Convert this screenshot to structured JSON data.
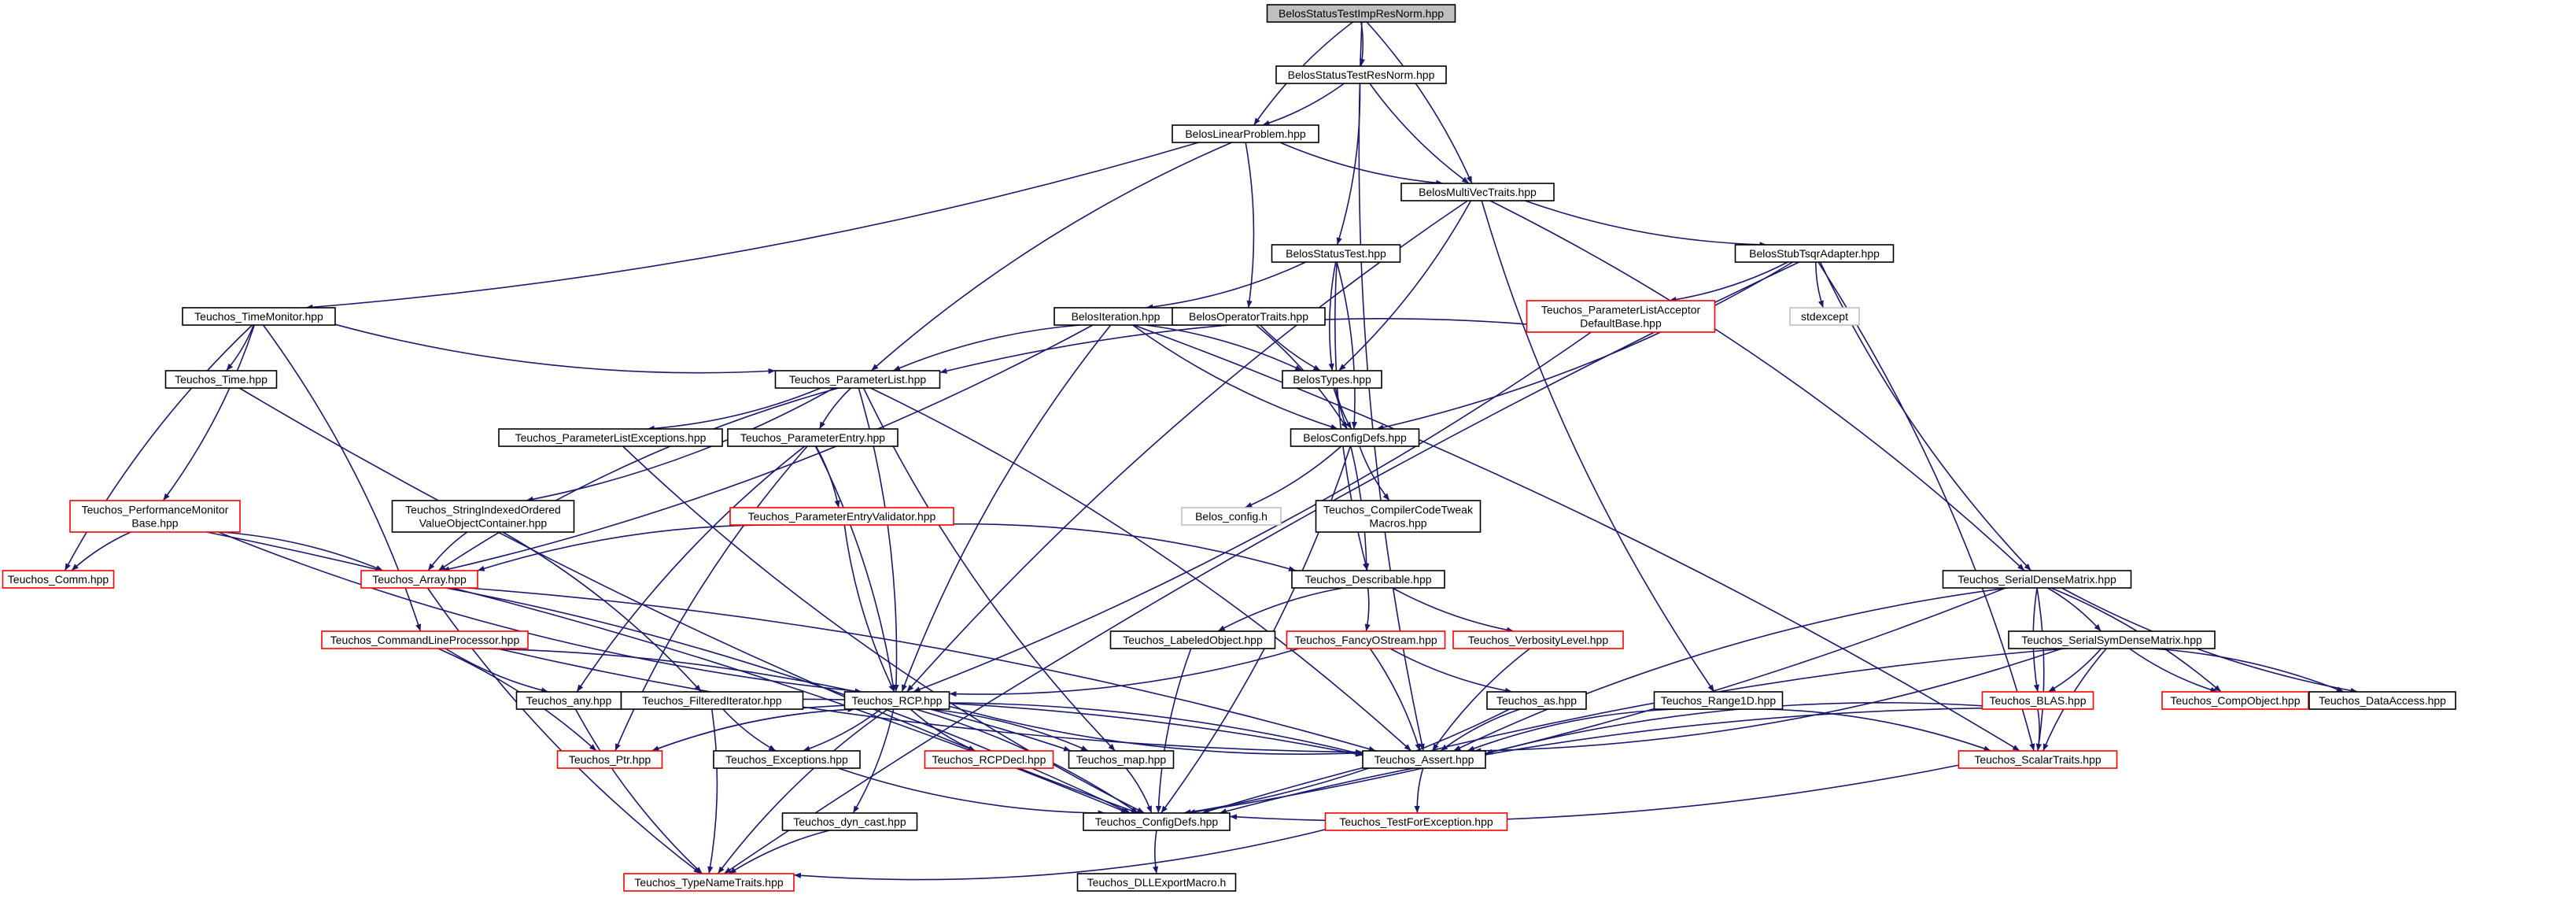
{
  "colors": {
    "edge": "#191970",
    "border_default": "#000000",
    "border_truncated": "#ff0000",
    "border_external": "#bfbfbf",
    "fill_default": "#ffffff",
    "fill_root": "#bfbfbf"
  },
  "nodes": [
    {
      "id": "root",
      "lines": [
        "BelosStatusTestImpResNorm.hpp"
      ],
      "kind": "root"
    },
    {
      "id": "sresnorm",
      "lines": [
        "BelosStatusTestResNorm.hpp"
      ],
      "kind": "default"
    },
    {
      "id": "linprob",
      "lines": [
        "BelosLinearProblem.hpp"
      ],
      "kind": "default"
    },
    {
      "id": "mvt",
      "lines": [
        "BelosMultiVecTraits.hpp"
      ],
      "kind": "default"
    },
    {
      "id": "stattest",
      "lines": [
        "BelosStatusTest.hpp"
      ],
      "kind": "default"
    },
    {
      "id": "stubtsqr",
      "lines": [
        "BelosStubTsqrAdapter.hpp"
      ],
      "kind": "default"
    },
    {
      "id": "timemon",
      "lines": [
        "Teuchos_TimeMonitor.hpp"
      ],
      "kind": "default"
    },
    {
      "id": "iteration",
      "lines": [
        "BelosIteration.hpp"
      ],
      "kind": "default"
    },
    {
      "id": "optraits",
      "lines": [
        "BelosOperatorTraits.hpp"
      ],
      "kind": "default"
    },
    {
      "id": "placcept",
      "lines": [
        "Teuchos_ParameterListAcceptor",
        "DefaultBase.hpp"
      ],
      "kind": "truncated"
    },
    {
      "id": "stdexcept",
      "lines": [
        "stdexcept"
      ],
      "kind": "external"
    },
    {
      "id": "time",
      "lines": [
        "Teuchos_Time.hpp"
      ],
      "kind": "default"
    },
    {
      "id": "plist",
      "lines": [
        "Teuchos_ParameterList.hpp"
      ],
      "kind": "default"
    },
    {
      "id": "belostypes",
      "lines": [
        "BelosTypes.hpp"
      ],
      "kind": "default"
    },
    {
      "id": "plexc",
      "lines": [
        "Teuchos_ParameterListExceptions.hpp"
      ],
      "kind": "default"
    },
    {
      "id": "pentry",
      "lines": [
        "Teuchos_ParameterEntry.hpp"
      ],
      "kind": "default"
    },
    {
      "id": "belosconfig",
      "lines": [
        "BelosConfigDefs.hpp"
      ],
      "kind": "default"
    },
    {
      "id": "perfmon",
      "lines": [
        "Teuchos_PerformanceMonitor",
        "Base.hpp"
      ],
      "kind": "truncated"
    },
    {
      "id": "strindexed",
      "lines": [
        "Teuchos_StringIndexedOrdered",
        "ValueObjectContainer.hpp"
      ],
      "kind": "default"
    },
    {
      "id": "pevalid",
      "lines": [
        "Teuchos_ParameterEntryValidator.hpp"
      ],
      "kind": "truncated"
    },
    {
      "id": "belosconfigh",
      "lines": [
        "Belos_config.h"
      ],
      "kind": "external"
    },
    {
      "id": "compilertweak",
      "lines": [
        "Teuchos_CompilerCodeTweak",
        "Macros.hpp"
      ],
      "kind": "default"
    },
    {
      "id": "comm",
      "lines": [
        "Teuchos_Comm.hpp"
      ],
      "kind": "truncated"
    },
    {
      "id": "array",
      "lines": [
        "Teuchos_Array.hpp"
      ],
      "kind": "truncated"
    },
    {
      "id": "describable",
      "lines": [
        "Teuchos_Describable.hpp"
      ],
      "kind": "default"
    },
    {
      "id": "serialdense",
      "lines": [
        "Teuchos_SerialDenseMatrix.hpp"
      ],
      "kind": "default"
    },
    {
      "id": "cmdline",
      "lines": [
        "Teuchos_CommandLineProcessor.hpp"
      ],
      "kind": "truncated"
    },
    {
      "id": "labeled",
      "lines": [
        "Teuchos_LabeledObject.hpp"
      ],
      "kind": "default"
    },
    {
      "id": "fancy",
      "lines": [
        "Teuchos_FancyOStream.hpp"
      ],
      "kind": "truncated"
    },
    {
      "id": "verbosity",
      "lines": [
        "Teuchos_VerbosityLevel.hpp"
      ],
      "kind": "truncated"
    },
    {
      "id": "serialsym",
      "lines": [
        "Teuchos_SerialSymDenseMatrix.hpp"
      ],
      "kind": "default"
    },
    {
      "id": "any",
      "lines": [
        "Teuchos_any.hpp"
      ],
      "kind": "default"
    },
    {
      "id": "filtered",
      "lines": [
        "Teuchos_FilteredIterator.hpp"
      ],
      "kind": "default"
    },
    {
      "id": "rcp",
      "lines": [
        "Teuchos_RCP.hpp"
      ],
      "kind": "default"
    },
    {
      "id": "as",
      "lines": [
        "Teuchos_as.hpp"
      ],
      "kind": "default"
    },
    {
      "id": "range1d",
      "lines": [
        "Teuchos_Range1D.hpp"
      ],
      "kind": "default"
    },
    {
      "id": "blas",
      "lines": [
        "Teuchos_BLAS.hpp"
      ],
      "kind": "truncated"
    },
    {
      "id": "compobject",
      "lines": [
        "Teuchos_CompObject.hpp"
      ],
      "kind": "truncated"
    },
    {
      "id": "dataaccess",
      "lines": [
        "Teuchos_DataAccess.hpp"
      ],
      "kind": "default"
    },
    {
      "id": "ptr",
      "lines": [
        "Teuchos_Ptr.hpp"
      ],
      "kind": "truncated"
    },
    {
      "id": "exceptions",
      "lines": [
        "Teuchos_Exceptions.hpp"
      ],
      "kind": "default"
    },
    {
      "id": "rcpdecl",
      "lines": [
        "Teuchos_RCPDecl.hpp"
      ],
      "kind": "truncated"
    },
    {
      "id": "map",
      "lines": [
        "Teuchos_map.hpp"
      ],
      "kind": "default"
    },
    {
      "id": "assert",
      "lines": [
        "Teuchos_Assert.hpp"
      ],
      "kind": "default"
    },
    {
      "id": "scalartraits",
      "lines": [
        "Teuchos_ScalarTraits.hpp"
      ],
      "kind": "truncated"
    },
    {
      "id": "configdefs",
      "lines": [
        "Teuchos_ConfigDefs.hpp"
      ],
      "kind": "default"
    },
    {
      "id": "testforexc",
      "lines": [
        "Teuchos_TestForException.hpp"
      ],
      "kind": "truncated"
    },
    {
      "id": "dyncast",
      "lines": [
        "Teuchos_dyn_cast.hpp"
      ],
      "kind": "default"
    },
    {
      "id": "typename",
      "lines": [
        "Teuchos_TypeNameTraits.hpp"
      ],
      "kind": "truncated"
    },
    {
      "id": "dllexport",
      "lines": [
        "Teuchos_DLLExportMacro.h"
      ],
      "kind": "default"
    }
  ],
  "edges": [
    [
      "root",
      "sresnorm"
    ],
    [
      "root",
      "linprob"
    ],
    [
      "root",
      "mvt"
    ],
    [
      "root",
      "assert"
    ],
    [
      "sresnorm",
      "linprob"
    ],
    [
      "sresnorm",
      "mvt"
    ],
    [
      "sresnorm",
      "stattest"
    ],
    [
      "linprob",
      "mvt"
    ],
    [
      "linprob",
      "timemon"
    ],
    [
      "linprob",
      "plist"
    ],
    [
      "linprob",
      "optraits"
    ],
    [
      "mvt",
      "stubtsqr"
    ],
    [
      "mvt",
      "belostypes"
    ],
    [
      "mvt",
      "range1d"
    ],
    [
      "mvt",
      "serialdense"
    ],
    [
      "mvt",
      "rcp"
    ],
    [
      "stattest",
      "iteration"
    ],
    [
      "stattest",
      "belostypes"
    ],
    [
      "stattest",
      "belosconfig"
    ],
    [
      "stattest",
      "describable"
    ],
    [
      "stubtsqr",
      "placcept"
    ],
    [
      "stubtsqr",
      "stdexcept"
    ],
    [
      "stubtsqr",
      "belosconfig"
    ],
    [
      "stubtsqr",
      "serialdense"
    ],
    [
      "stubtsqr",
      "scalartraits"
    ],
    [
      "stubtsqr",
      "typename"
    ],
    [
      "timemon",
      "time"
    ],
    [
      "timemon",
      "plist"
    ],
    [
      "timemon",
      "perfmon"
    ],
    [
      "timemon",
      "comm"
    ],
    [
      "timemon",
      "cmdline"
    ],
    [
      "iteration",
      "plist"
    ],
    [
      "iteration",
      "belostypes"
    ],
    [
      "iteration",
      "belosconfig"
    ],
    [
      "iteration",
      "array"
    ],
    [
      "iteration",
      "rcp"
    ],
    [
      "iteration",
      "scalartraits"
    ],
    [
      "optraits",
      "belostypes"
    ],
    [
      "optraits",
      "belosconfig"
    ],
    [
      "placcept",
      "plist"
    ],
    [
      "placcept",
      "rcp"
    ],
    [
      "time",
      "configdefs"
    ],
    [
      "plist",
      "plexc"
    ],
    [
      "plist",
      "pentry"
    ],
    [
      "plist",
      "strindexed"
    ],
    [
      "plist",
      "array"
    ],
    [
      "plist",
      "rcp"
    ],
    [
      "plist",
      "map"
    ],
    [
      "plist",
      "assert"
    ],
    [
      "belostypes",
      "belosconfig"
    ],
    [
      "belostypes",
      "describable"
    ],
    [
      "plexc",
      "configdefs"
    ],
    [
      "pentry",
      "pevalid"
    ],
    [
      "pentry",
      "any"
    ],
    [
      "pentry",
      "rcp"
    ],
    [
      "pentry",
      "ptr"
    ],
    [
      "belosconfig",
      "belosconfigh"
    ],
    [
      "belosconfig",
      "compilertweak"
    ],
    [
      "belosconfig",
      "configdefs"
    ],
    [
      "perfmon",
      "comm"
    ],
    [
      "perfmon",
      "array"
    ],
    [
      "perfmon",
      "rcp"
    ],
    [
      "perfmon",
      "configdefs"
    ],
    [
      "strindexed",
      "array"
    ],
    [
      "strindexed",
      "filtered"
    ],
    [
      "pevalid",
      "array"
    ],
    [
      "pevalid",
      "describable"
    ],
    [
      "pevalid",
      "rcp"
    ],
    [
      "array",
      "assert"
    ],
    [
      "array",
      "typename"
    ],
    [
      "array",
      "configdefs"
    ],
    [
      "describable",
      "labeled"
    ],
    [
      "describable",
      "fancy"
    ],
    [
      "describable",
      "verbosity"
    ],
    [
      "serialdense",
      "serialsym"
    ],
    [
      "serialdense",
      "blas"
    ],
    [
      "serialdense",
      "compobject"
    ],
    [
      "serialdense",
      "dataaccess"
    ],
    [
      "serialdense",
      "scalartraits"
    ],
    [
      "serialdense",
      "assert"
    ],
    [
      "serialdense",
      "configdefs"
    ],
    [
      "cmdline",
      "any"
    ],
    [
      "cmdline",
      "map"
    ],
    [
      "cmdline",
      "assert"
    ],
    [
      "cmdline",
      "ptr"
    ],
    [
      "labeled",
      "configdefs"
    ],
    [
      "fancy",
      "rcp"
    ],
    [
      "fancy",
      "as"
    ],
    [
      "fancy",
      "assert"
    ],
    [
      "verbosity",
      "assert"
    ],
    [
      "serialsym",
      "blas"
    ],
    [
      "serialsym",
      "compobject"
    ],
    [
      "serialsym",
      "dataaccess"
    ],
    [
      "serialsym",
      "scalartraits"
    ],
    [
      "serialsym",
      "assert"
    ],
    [
      "serialsym",
      "configdefs"
    ],
    [
      "any",
      "assert"
    ],
    [
      "any",
      "typename"
    ],
    [
      "filtered",
      "assert"
    ],
    [
      "filtered",
      "exceptions"
    ],
    [
      "filtered",
      "typename"
    ],
    [
      "rcp",
      "ptr"
    ],
    [
      "rcp",
      "exceptions"
    ],
    [
      "rcp",
      "rcpdecl"
    ],
    [
      "rcp",
      "map"
    ],
    [
      "rcp",
      "assert"
    ],
    [
      "rcp",
      "dyncast"
    ],
    [
      "rcp",
      "typename"
    ],
    [
      "rcp",
      "configdefs"
    ],
    [
      "as",
      "assert"
    ],
    [
      "as",
      "configdefs"
    ],
    [
      "range1d",
      "assert"
    ],
    [
      "range1d",
      "scalartraits"
    ],
    [
      "blas",
      "assert"
    ],
    [
      "blas",
      "scalartraits"
    ],
    [
      "blas",
      "configdefs"
    ],
    [
      "ptr",
      "rcp"
    ],
    [
      "exceptions",
      "configdefs"
    ],
    [
      "map",
      "configdefs"
    ],
    [
      "assert",
      "testforexc"
    ],
    [
      "scalartraits",
      "configdefs"
    ],
    [
      "configdefs",
      "dllexport"
    ],
    [
      "testforexc",
      "typename"
    ],
    [
      "dyncast",
      "typename"
    ]
  ]
}
